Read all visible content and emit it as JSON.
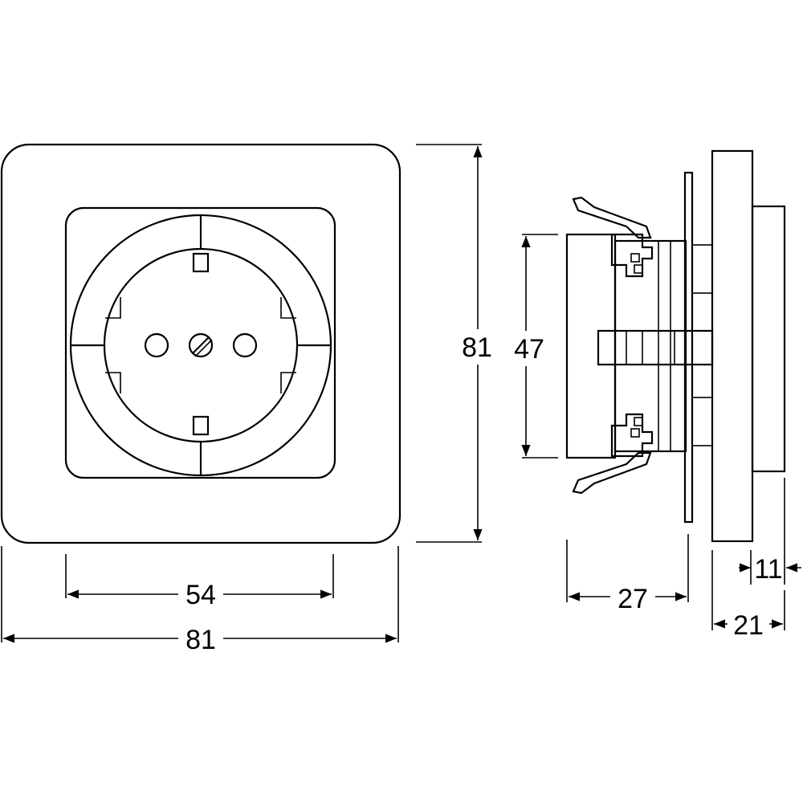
{
  "diagram": {
    "dimensions": {
      "front_width_total": "81",
      "front_width_inner": "54",
      "front_height": "81",
      "mechanism_height": "47",
      "depth_mechanism": "27",
      "depth_cover": "21",
      "depth_insert": "11"
    },
    "colors": {
      "line": "#000000",
      "background": "#ffffff"
    }
  }
}
